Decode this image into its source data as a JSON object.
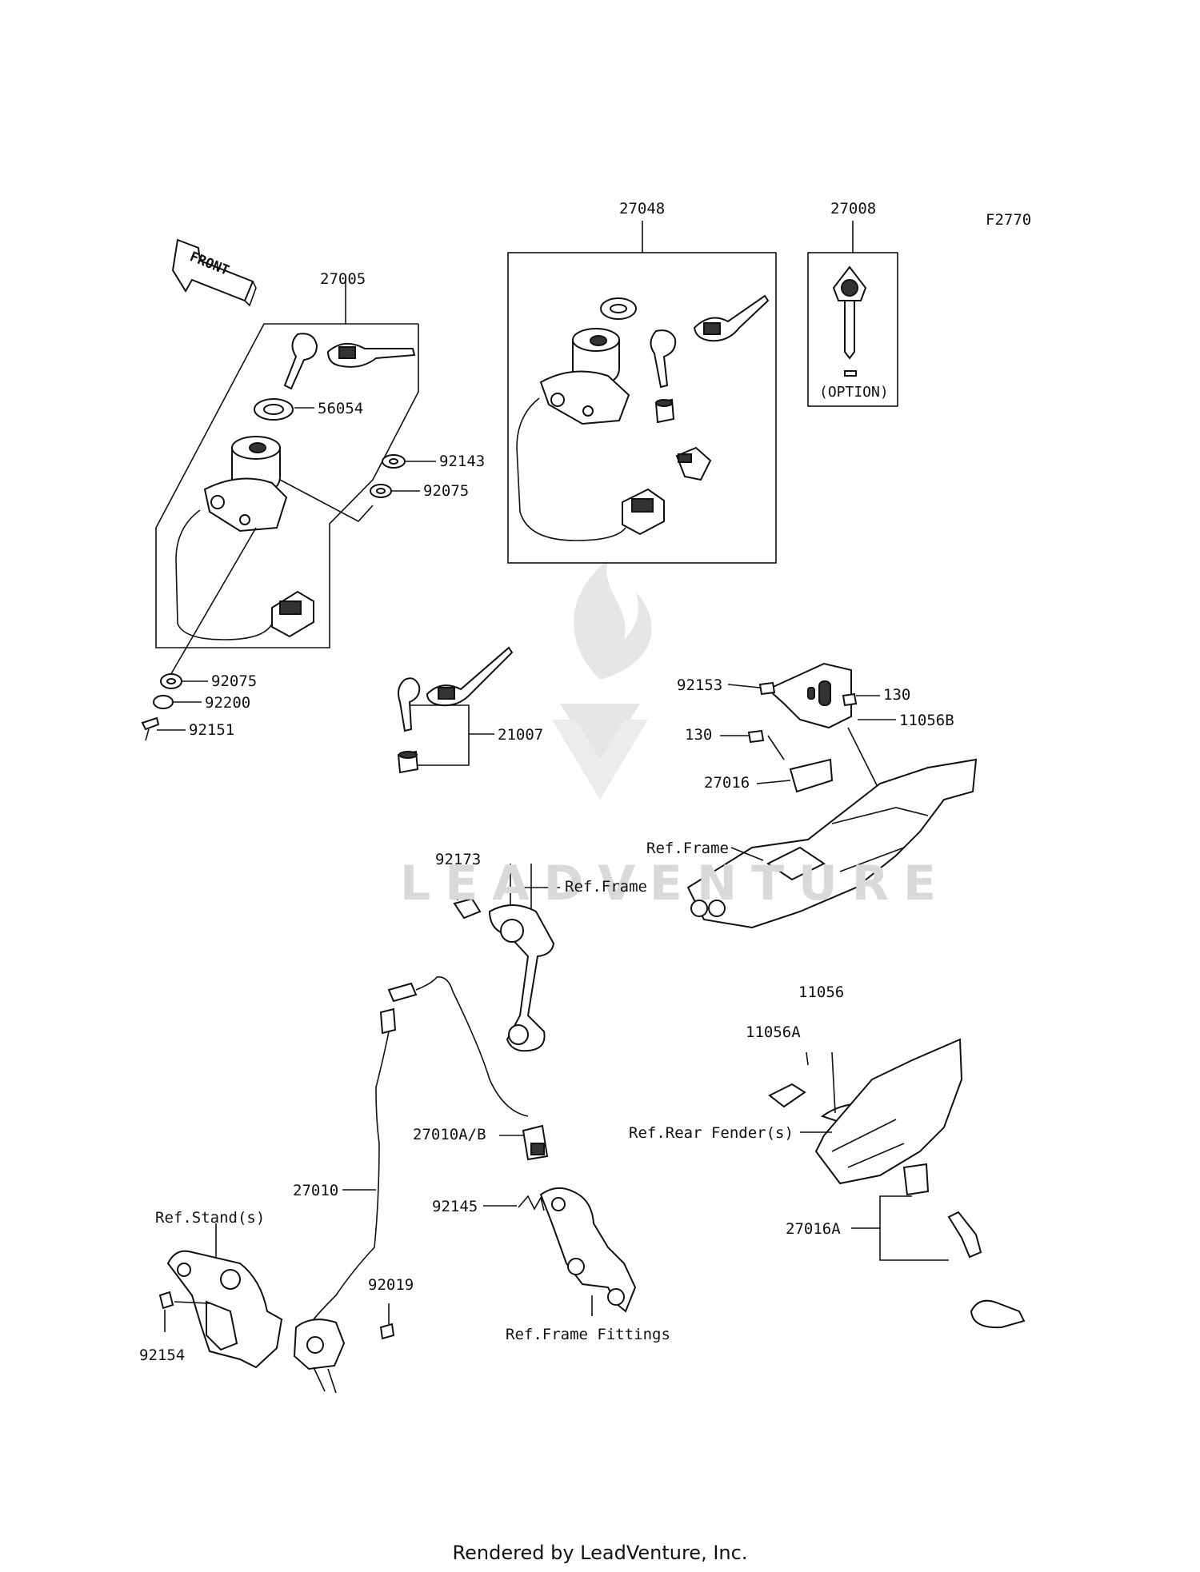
{
  "diagram_code": "F2770",
  "front_indicator": "FRONT",
  "option_note": "(OPTION)",
  "labels": {
    "l27048": "27048",
    "l27008": "27008",
    "l27005": "27005",
    "l56054": "56054",
    "l92143": "92143",
    "l92075a": "92075",
    "l92075b": "92075",
    "l92200": "92200",
    "l92151": "92151",
    "l21007": "21007",
    "l92153": "92153",
    "l130a": "130",
    "l130b": "130",
    "l11056B": "11056B",
    "l27016": "27016",
    "lRefFrame1": "Ref.Frame",
    "l92173": "92173",
    "lRefFrame2": "Ref.Frame",
    "l11056": "11056",
    "l11056A": "11056A",
    "lRefRearFender": "Ref.Rear Fender(s)",
    "l27016A": "27016A",
    "l27010AB": "27010A/B",
    "l92145": "92145",
    "l27010": "27010",
    "lRefStand": "Ref.Stand(s)",
    "l92019": "92019",
    "l92154": "92154",
    "lRefFrameFittings": "Ref.Frame Fittings"
  },
  "watermark": "LEADVENTURE",
  "footer": "Rendered by LeadVenture, Inc."
}
